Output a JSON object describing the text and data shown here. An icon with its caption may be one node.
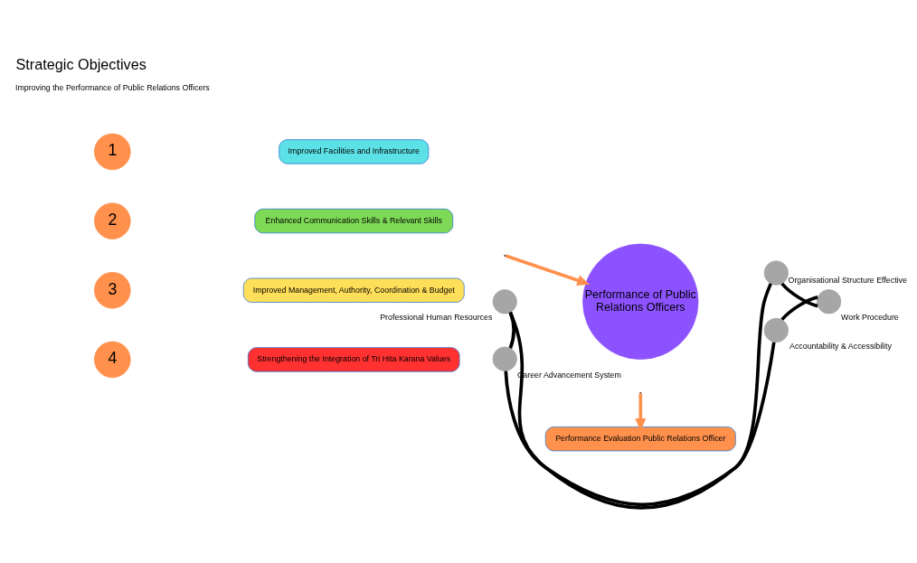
{
  "diagram": {
    "title": "Strategic Objectives",
    "nodes": [
      {
        "text": [
          "1"
        ]
      },
      {
        "text": [
          "Improved Facilities and Infrastructure"
        ]
      },
      {
        "text": [
          "2"
        ]
      },
      {
        "text": [
          "Enhanced Communication Skills & Relevant Skills"
        ]
      },
      {
        "text": [
          "3"
        ]
      },
      {
        "text": [
          "Improved Management, Authority, Coordination & Budget"
        ]
      },
      {
        "text": [
          "4"
        ]
      },
      {
        "text": [
          "Strengthening the Integration of Tri Hita Karana Values"
        ]
      },
      {
        "text": [
          "Performance of Public Relations Officers"
        ]
      },
      {
        "text": [],
        "shape": "circle",
        "beside": [
          "Professional Human Resources"
        ]
      },
      {
        "text": [],
        "shape": "circle",
        "beside": [
          "Organisational Structure Effective"
        ]
      },
      {
        "text": [],
        "shape": "circle",
        "beside": [
          "Work Procedure"
        ]
      },
      {
        "text": [],
        "shape": "circle",
        "beside": [
          "Career Advancement System"
        ]
      },
      {
        "text": [],
        "shape": "circle",
        "beside": [
          "Accountability & Accessibility"
        ]
      },
      {
        "text": [
          "Performance Evaluation Public Relations Officer"
        ]
      }
    ],
    "edges": [
      {
        "from": null,
        "to": 8,
        "arrow": "to",
        "color": "#ff914d"
      },
      {
        "from": 9,
        "to": 10,
        "arrow": "none"
      },
      {
        "from": 10,
        "to": 11,
        "arrow": "none"
      },
      {
        "from": 11,
        "to": 13,
        "arrow": "none"
      },
      {
        "from": 13,
        "to": 12,
        "arrow": "none"
      },
      {
        "from": 12,
        "to": 9,
        "arrow": "none"
      },
      {
        "from": null,
        "to": 14,
        "arrow": "to",
        "color": "#ff914d"
      }
    ],
    "labels": [
      "Improving the Performance of Public Relations Officers"
    ]
  }
}
